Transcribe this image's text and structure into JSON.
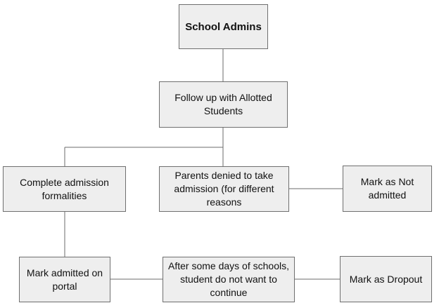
{
  "diagram": {
    "nodes": {
      "school_admins": "School Admins",
      "follow_up": "Follow up with Allotted Students",
      "complete_admission": "Complete admission formalities",
      "parents_denied": "Parents denied to take admission (for different reasons",
      "mark_not_admitted": "Mark as Not admitted",
      "mark_admitted_portal": "Mark admitted on portal",
      "after_some_days": "After some days of schools, student do not want to continue",
      "mark_dropout": "Mark as Dropout"
    },
    "edges": [
      [
        "school_admins",
        "follow_up"
      ],
      [
        "follow_up",
        "complete_admission"
      ],
      [
        "follow_up",
        "parents_denied"
      ],
      [
        "parents_denied",
        "mark_not_admitted"
      ],
      [
        "complete_admission",
        "mark_admitted_portal"
      ],
      [
        "mark_admitted_portal",
        "after_some_days"
      ],
      [
        "after_some_days",
        "mark_dropout"
      ]
    ]
  }
}
